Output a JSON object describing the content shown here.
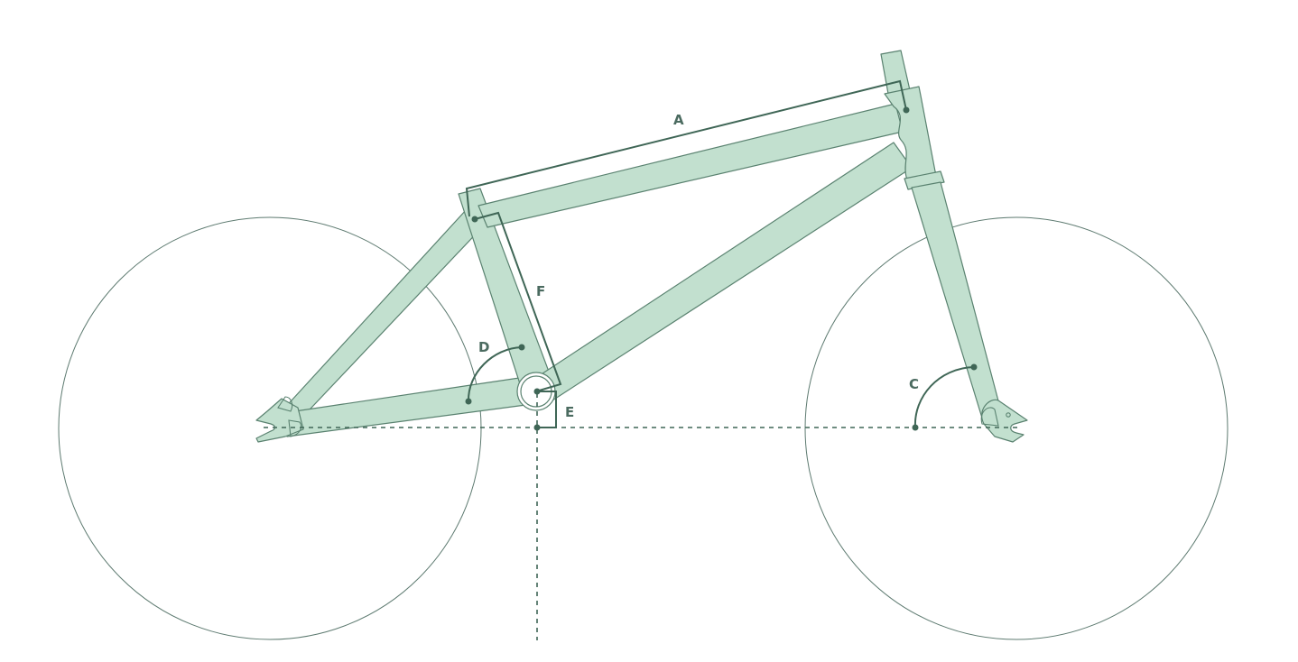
{
  "diagram": {
    "type": "bike-frame-geometry",
    "colors": {
      "frame_fill": "#c2e0cf",
      "frame_stroke": "#5a8270",
      "measure_line": "#3f6656",
      "wheel_stroke": "#5d7a70",
      "background": "#ffffff"
    },
    "labels": {
      "A": "A",
      "C": "C",
      "D": "D",
      "E": "E",
      "F": "F"
    },
    "components": [
      "rear-wheel",
      "front-wheel",
      "top-tube",
      "down-tube",
      "seat-tube",
      "seat-stay",
      "chain-stay",
      "head-tube",
      "fork",
      "bottom-bracket",
      "rear-dropout",
      "front-dropout"
    ]
  }
}
